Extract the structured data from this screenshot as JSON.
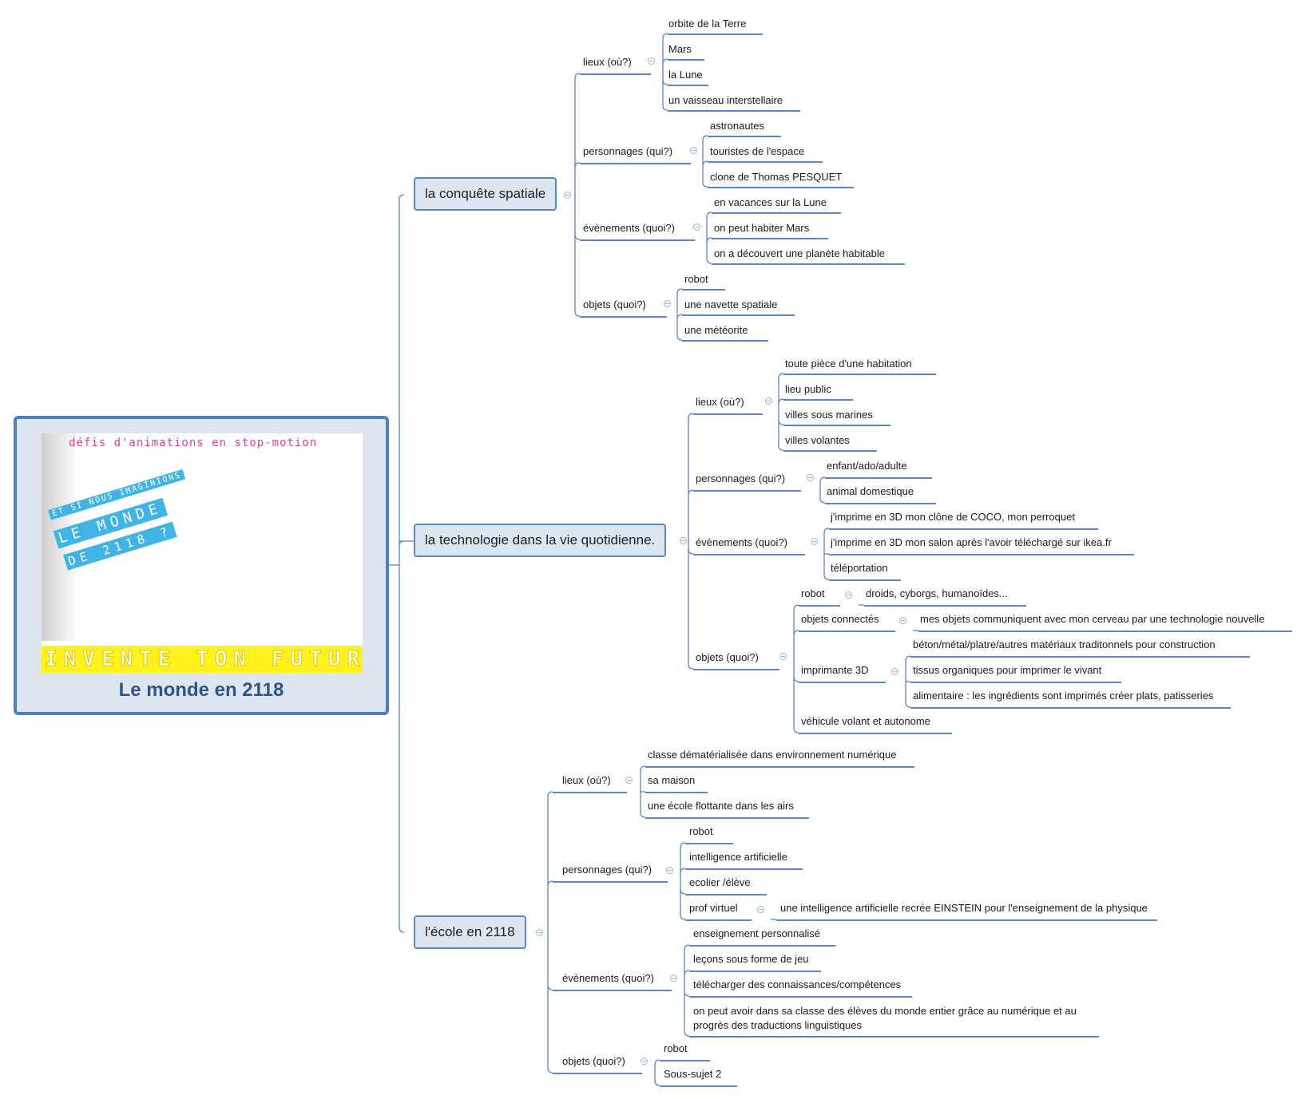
{
  "central": {
    "title": "Le monde en 2118",
    "poster": {
      "subtitle": "défis d'animations en stop-motion",
      "line1": "ET SI NOUS IMAGINIONS",
      "line2": "LE MONDE",
      "line3": "DE 2118 ?",
      "band": "INVENTE TON FUTUR"
    }
  },
  "branches": [
    {
      "label": "la conquête spatiale",
      "groups": [
        {
          "label": "lieux (où?)",
          "items": [
            "orbite de la Terre",
            "Mars",
            "la Lune",
            "un vaisseau interstellaire"
          ]
        },
        {
          "label": "personnages (qui?)",
          "items": [
            "astronautes",
            "touristes de l'espace",
            "clone de Thomas PESQUET"
          ]
        },
        {
          "label": "évènements (quoi?)",
          "items": [
            "en vacances sur la Lune",
            "on peut habiter Mars",
            "on a découvert une planète habitable"
          ]
        },
        {
          "label": "objets (quoi?)",
          "items": [
            "robot",
            "une navette spatiale",
            "une météorite"
          ]
        }
      ]
    },
    {
      "label": "la technologie dans la vie quotidienne.",
      "groups": [
        {
          "label": "lieux (où?)",
          "items": [
            "toute pièce d'une habitation",
            "lieu public",
            "villes sous marines",
            "villes volantes"
          ]
        },
        {
          "label": "personnages (qui?)",
          "items": [
            "enfant/ado/adulte",
            "animal domestique"
          ]
        },
        {
          "label": "évènements (quoi?)",
          "items": [
            "j'imprime en 3D mon clône de COCO, mon perroquet",
            "j'imprime en 3D mon salon après l'avoir téléchargé sur ikea.fr",
            "téléportation"
          ]
        },
        {
          "label": "objets (quoi?)",
          "items": [
            {
              "label": "robot",
              "sub": [
                "droids, cyborgs, humanoïdes..."
              ]
            },
            {
              "label": "objets connectés",
              "sub": [
                "mes objets communiquent avec mon cerveau par une technologie nouvelle"
              ]
            },
            {
              "label": "imprimante 3D",
              "sub": [
                "béton/métal/platre/autres matériaux traditonnels pour construction",
                "tissus organiques pour imprimer le vivant",
                "alimentaire : les ingrédients sont imprimés créer plats, patisseries"
              ]
            },
            {
              "label": "véhicule volant et autonome"
            }
          ]
        }
      ]
    },
    {
      "label": "l'école en 2118",
      "groups": [
        {
          "label": "lieux (où?)",
          "items": [
            "classe dématérialisée dans environnement numérique",
            "sa maison",
            "une école flottante dans les airs"
          ]
        },
        {
          "label": "personnages (qui?)",
          "items": [
            "robot",
            "intelligence artificielle",
            "ecolier /élève",
            {
              "label": "prof virtuel",
              "sub": [
                "une intelligence artificielle recrée EINSTEIN pour l'enseignement de la physique"
              ]
            }
          ]
        },
        {
          "label": "évènements (quoi?)",
          "items": [
            "enseignement personnalisé",
            "leçons sous forme de jeu",
            "télécharger des connaissances/compétences",
            "on peut avoir dans sa classe des élèves du monde entier grâce au numérique et au progrès des traductions linguistiques"
          ]
        },
        {
          "label": "objets (quoi?)",
          "items": [
            "robot",
            "Sous-sujet  2"
          ]
        }
      ]
    }
  ],
  "colors": {
    "line": "#5a86c5",
    "branch_fill": "#dde5f1",
    "central_border": "#4d7fc7",
    "title": "#2f5587"
  }
}
